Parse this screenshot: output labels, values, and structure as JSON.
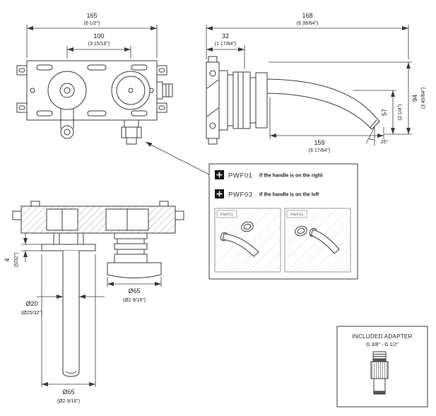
{
  "front_view": {
    "dim_width_mm": "165",
    "dim_width_in": "(6 1/2\")",
    "dim_spacing_mm": "100",
    "dim_spacing_in": "(3 15/16\")"
  },
  "side_view": {
    "dim_depth_mm": "168",
    "dim_depth_in": "(6 39/64\")",
    "dim_wall_mm": "32",
    "dim_wall_in": "(1 17/64\")",
    "dim_height_mm": "94",
    "dim_height_in": "(3 45/64\")",
    "dim_drop_mm": "57",
    "dim_drop_in": "(2 1/4\")",
    "dim_reach_mm": "159",
    "dim_reach_in": "(6 17/64\")",
    "spout_angle": "25°"
  },
  "top_view": {
    "dim_plate_mm": "4",
    "dim_plate_in": "(5/32\")",
    "dim_spout_dia_mm": "Ø20",
    "dim_spout_dia_in": "(Ø25/32\")",
    "dim_handle_dia_mm": "Ø65",
    "dim_handle_dia_in": "(Ø2 9/16\")",
    "dim_flange_dia_mm": "Ø65",
    "dim_flange_dia_in": "(Ø2 9/16\")"
  },
  "handle_options": {
    "items": [
      {
        "code": "PWF01",
        "description": "If the handle is on the right"
      },
      {
        "code": "PWF03",
        "description": "If the handle is on the left"
      }
    ]
  },
  "adapter": {
    "title": "INCLUDED ADAPTER",
    "subtitle": "G 3/8\" - G 1/2\""
  }
}
